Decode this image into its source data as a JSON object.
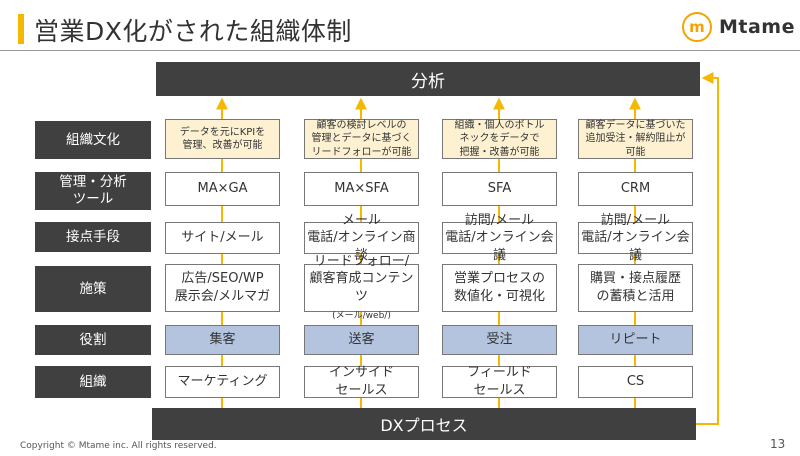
{
  "slide": {
    "title": "営業DX化がされた組織体制",
    "logo_mark": "m",
    "logo_text": "Mtame",
    "copyright": "Copyright © Mtame inc. All rights reserved.",
    "page_number": "13"
  },
  "diagram": {
    "top_bar": "分析",
    "bottom_bar": "DXプロセス",
    "row_labels": [
      "組織文化",
      "管理・分析\nツール",
      "接点手段",
      "施策",
      "役割",
      "組織"
    ],
    "culture_notes": [
      "データを元にKPIを\n管理、改善が可能",
      "顧客の検討レベルの\n管理とデータに基づく\nリードフォローが可能",
      "組織・個人のボトル\nネックをデータで\n把握・改善が可能",
      "顧客データに基づいた\n追加受注・解約阻止が\n可能"
    ],
    "tools": [
      "MA×GA",
      "MA×SFA",
      "SFA",
      "CRM"
    ],
    "touchpoints": [
      "サイト/メール",
      "メール\n電話/オンライン商談",
      "訪問/メール\n電話/オンライン会議",
      "訪問/メール\n電話/オンライン会議"
    ],
    "measures": [
      {
        "main": "広告/SEO/WP\n展示会/メルマガ",
        "sub": ""
      },
      {
        "main": "リードフォロー/\n顧客育成コンテンツ",
        "sub": "(メール/web/)"
      },
      {
        "main": "営業プロセスの\n数値化・可視化",
        "sub": ""
      },
      {
        "main": "購買・接点履歴\nの蓄積と活用",
        "sub": ""
      }
    ],
    "roles": [
      "集客",
      "送客",
      "受注",
      "リピート"
    ],
    "organizations": [
      "マーケティング",
      "インサイド\nセールス",
      "フィールド\nセールス",
      "CS"
    ],
    "colors": {
      "dark": "#404040",
      "note_fill": "#fdf1d2",
      "role_fill": "#b4c4df",
      "arrow": "#f5b800",
      "accent": "#f5b800"
    }
  }
}
